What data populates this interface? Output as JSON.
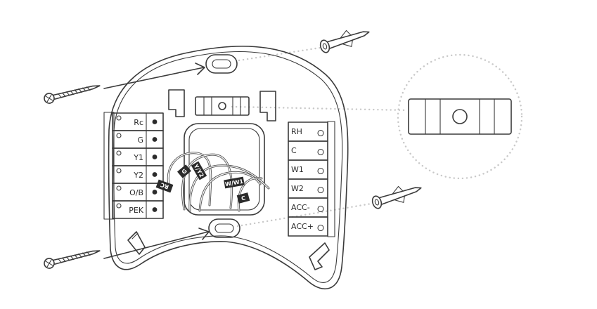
{
  "left_terminals": [
    "Rc",
    "G",
    "Y1",
    "Y2",
    "O/B",
    "PEK"
  ],
  "right_terminals": [
    "RH",
    "C",
    "W1",
    "W2",
    "ACC-",
    "ACC+"
  ],
  "wire_tags": [
    "RC",
    "G",
    "Y/Y2",
    "W/W1",
    "C"
  ],
  "colors": {
    "line": "#3a3a3a",
    "dotted": "#c8c8c8",
    "terminal_dot": "#2b2b2b"
  }
}
